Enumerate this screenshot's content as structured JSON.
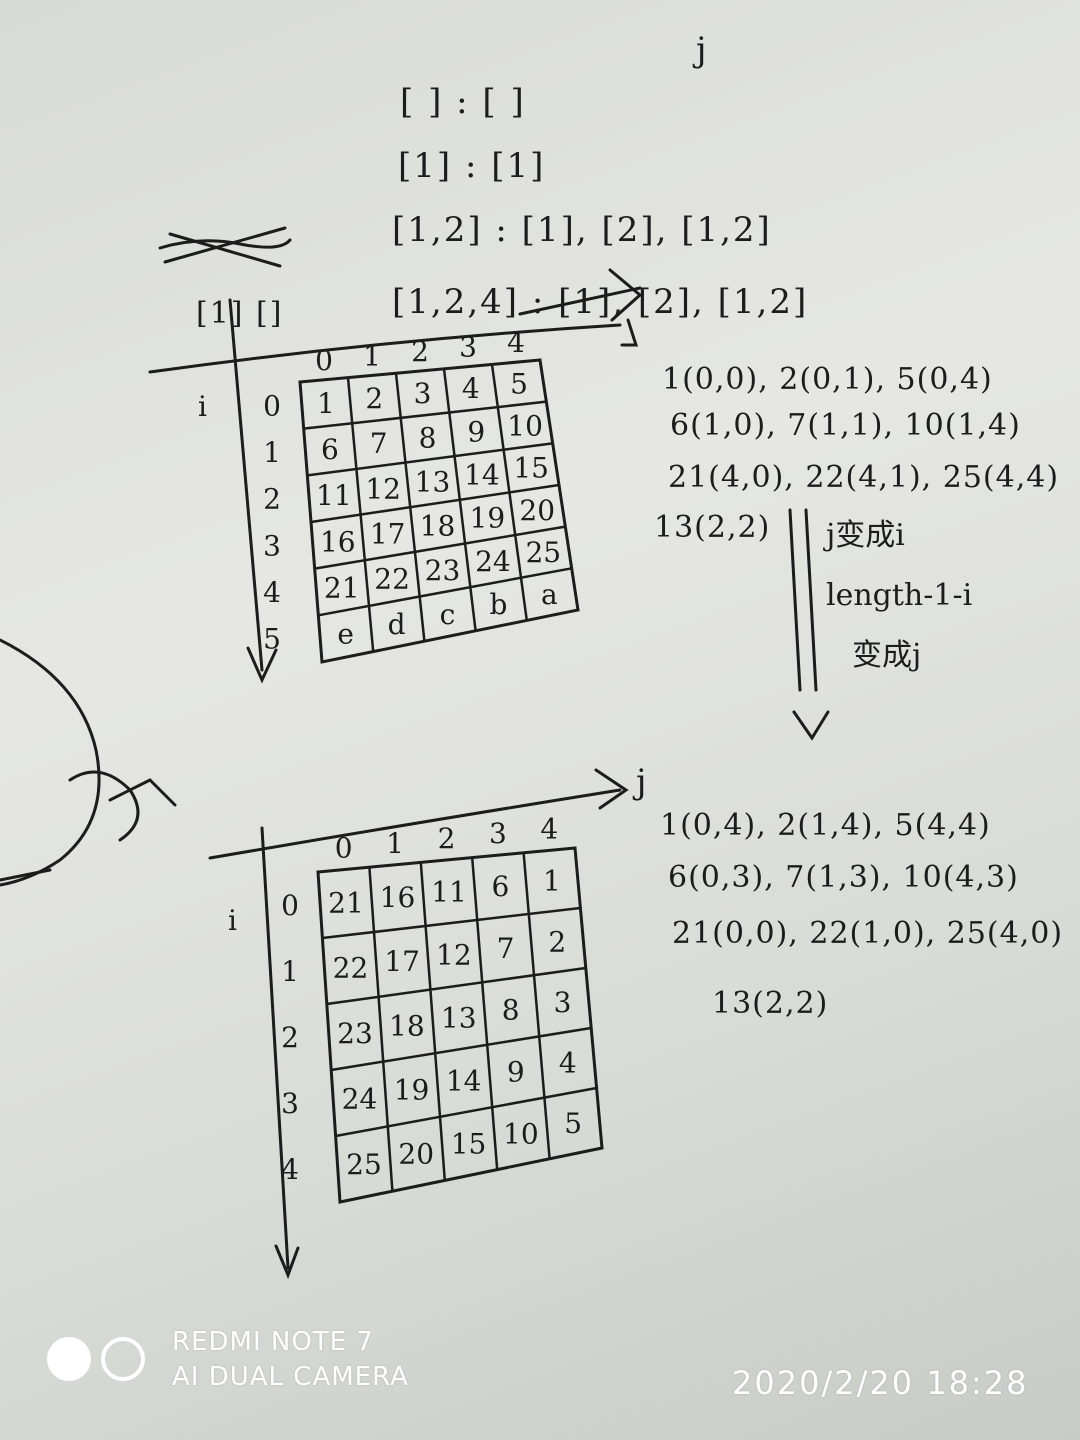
{
  "subsets": {
    "j_label": "j",
    "line1": "[ ] : [ ]",
    "line2": "[1] : [1]",
    "line3": "[1,2] : [1], [2], [1,2]",
    "line4": "[1,2,4] : [1], [2], [1,2]",
    "left_scribble": "[1] []"
  },
  "grid_top": {
    "col_headers": [
      "0",
      "1",
      "2",
      "3",
      "4"
    ],
    "row_headers": [
      "0",
      "1",
      "2",
      "3",
      "4",
      "5"
    ],
    "i_label": "i",
    "rows": [
      [
        "1",
        "2",
        "3",
        "4",
        "5"
      ],
      [
        "6",
        "7",
        "8",
        "9",
        "10"
      ],
      [
        "11",
        "12",
        "13",
        "14",
        "15"
      ],
      [
        "16",
        "17",
        "18",
        "19",
        "20"
      ],
      [
        "21",
        "22",
        "23",
        "24",
        "25"
      ],
      [
        "e",
        "d",
        "c",
        "b",
        "a"
      ]
    ]
  },
  "coords_top": [
    "1(0,0), 2(0,1), 5(0,4)",
    "6(1,0), 7(1,1), 10(1,4)",
    "21(4,0), 22(4,1), 25(4,4)",
    "13(2,2)"
  ],
  "transform_note": {
    "line1": "j变成i",
    "line2": "length-1-i",
    "line3": "变成j"
  },
  "grid_bottom": {
    "j_label": "j",
    "i_label": "i",
    "col_headers": [
      "0",
      "1",
      "2",
      "3",
      "4"
    ],
    "row_headers": [
      "0",
      "1",
      "2",
      "3",
      "4"
    ],
    "rows": [
      [
        "21",
        "16",
        "11",
        "6",
        "1"
      ],
      [
        "22",
        "17",
        "12",
        "7",
        "2"
      ],
      [
        "23",
        "18",
        "13",
        "8",
        "3"
      ],
      [
        "24",
        "19",
        "14",
        "9",
        "4"
      ],
      [
        "25",
        "20",
        "15",
        "10",
        "5"
      ]
    ]
  },
  "coords_bottom": [
    "1(0,4), 2(1,4), 5(4,4)",
    "6(0,3), 7(1,3), 10(4,3)",
    "21(0,0), 22(1,0), 25(4,0)",
    "13(2,2)"
  ],
  "watermark": {
    "model": "REDMI NOTE 7",
    "camera": "AI DUAL CAMERA",
    "datetime": "2020/2/20  18:28"
  },
  "colors": {
    "ink": "#1c1c1c",
    "paper": "#e2e3df",
    "watermark": "#ffffff"
  }
}
